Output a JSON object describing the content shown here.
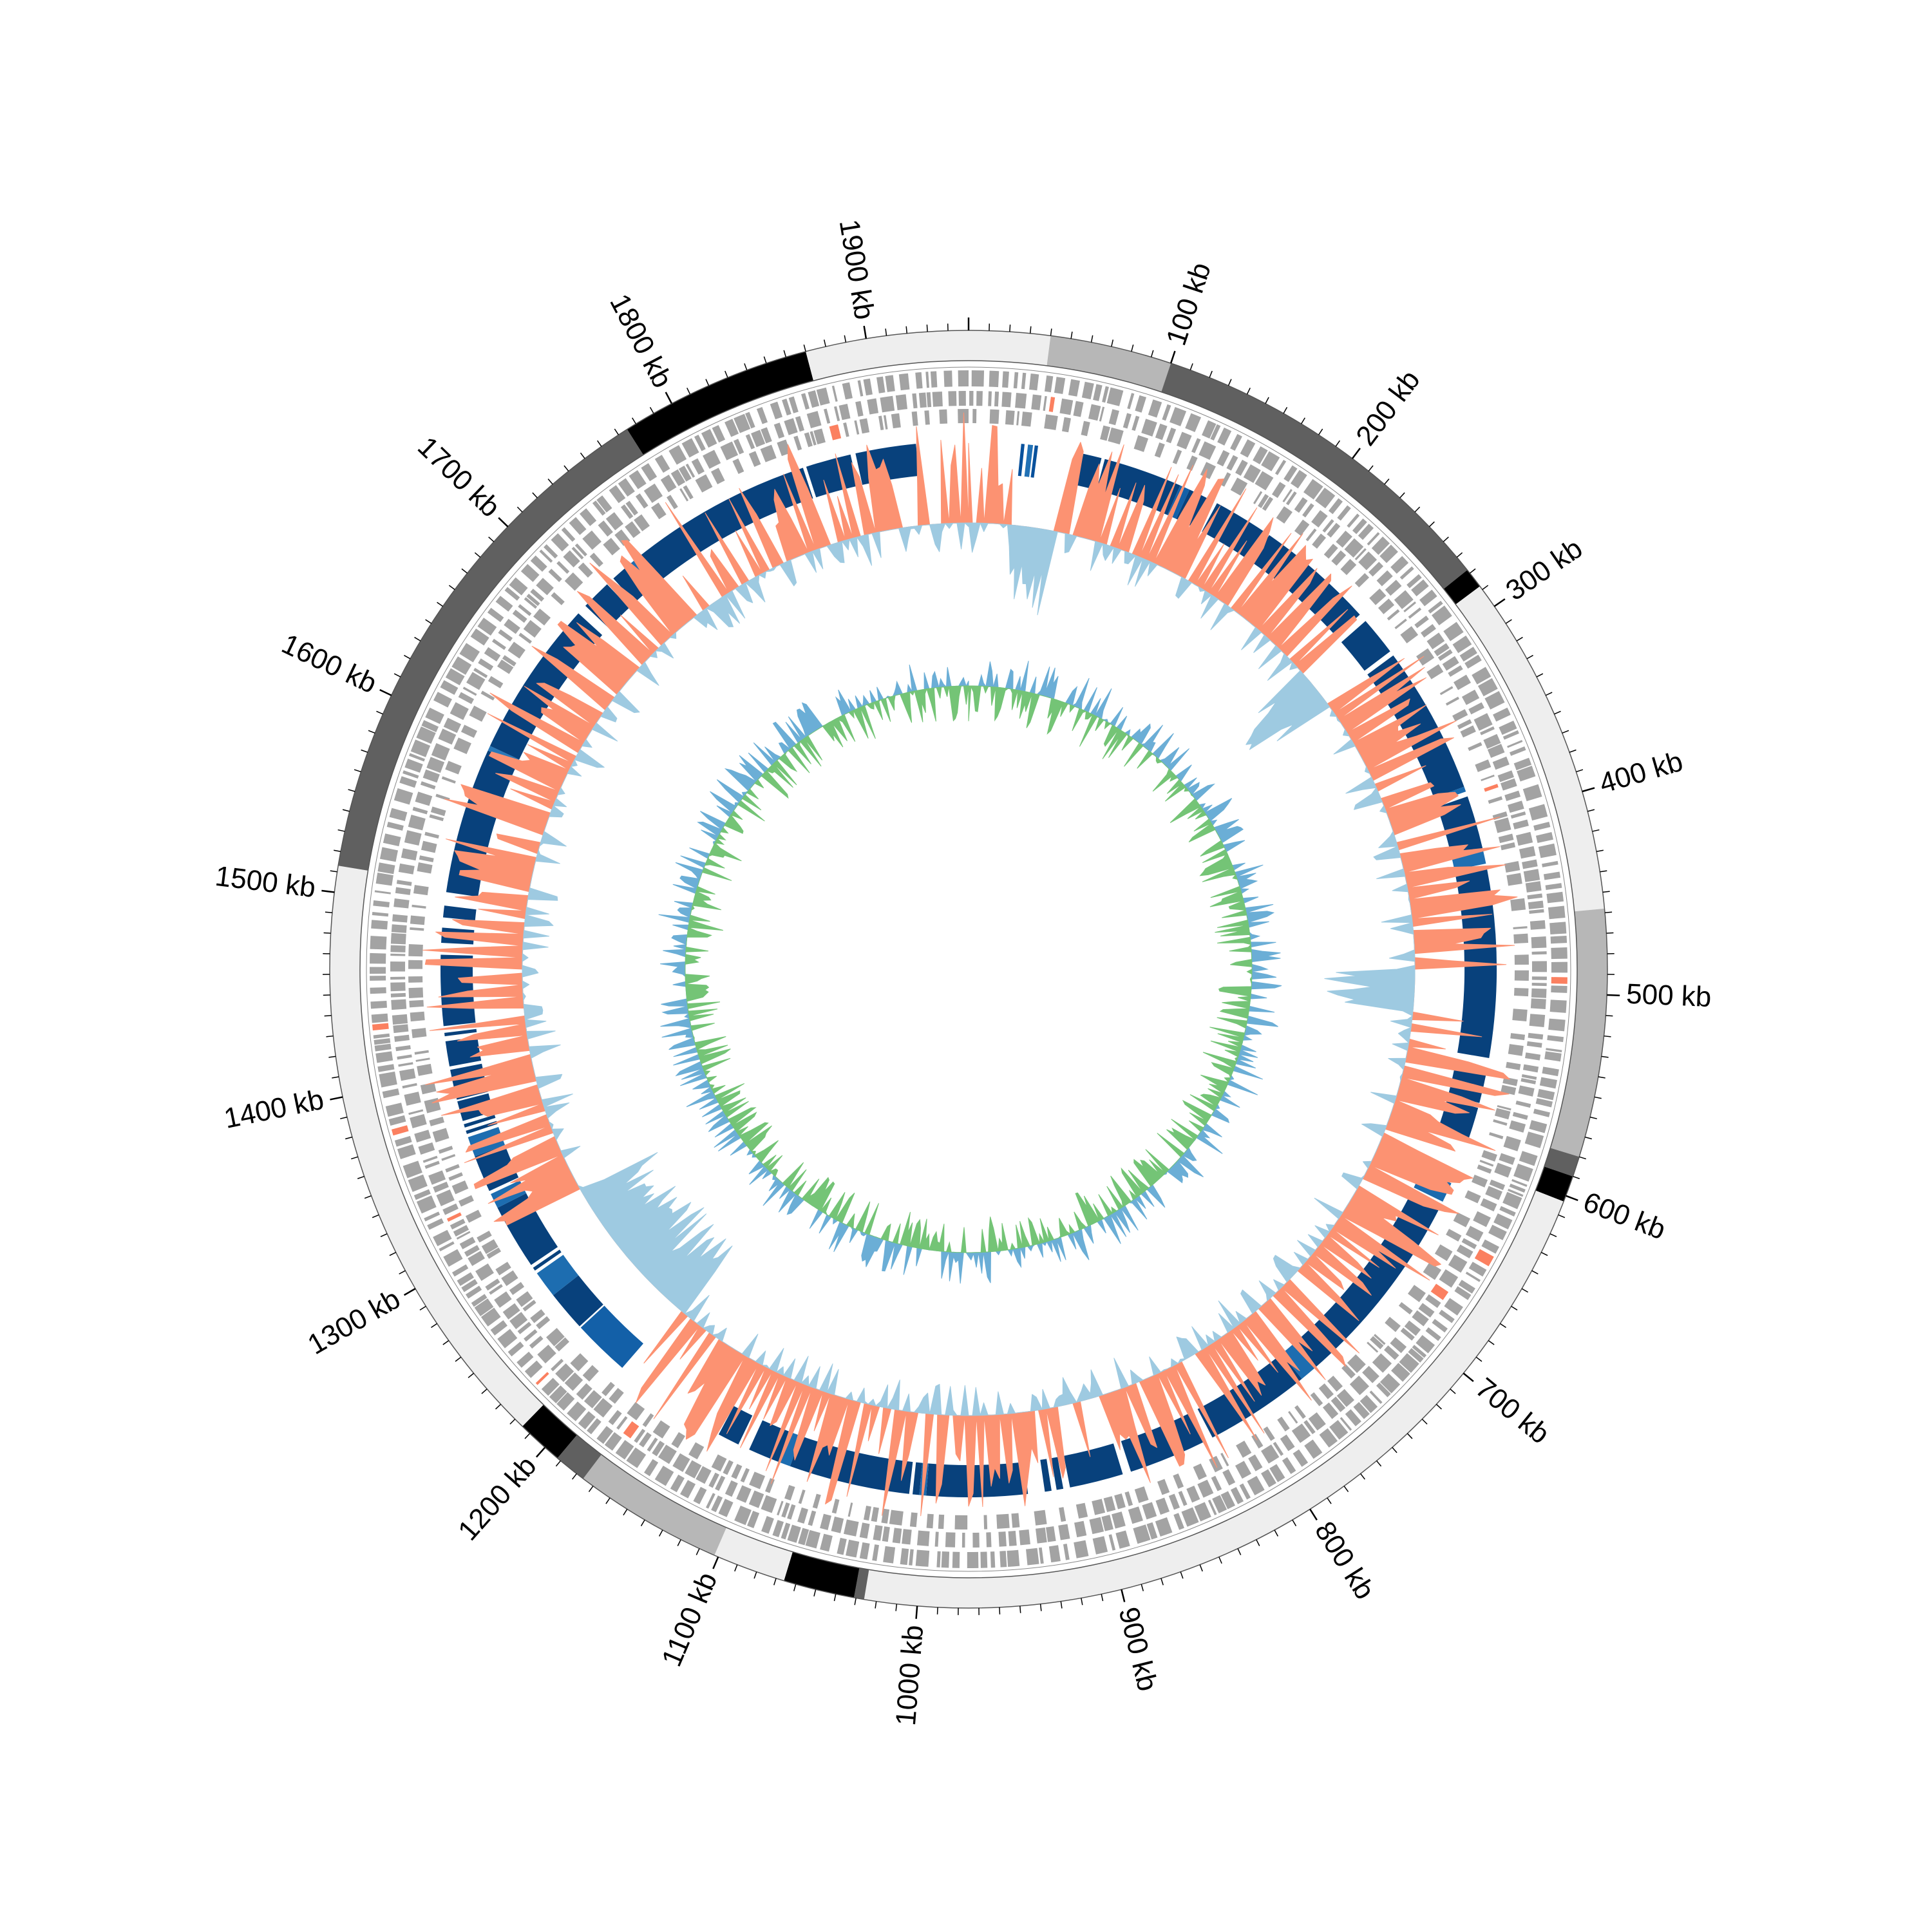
{
  "chart_data": {
    "type": "circular-genome",
    "genome_length_kb": 1950,
    "axis_unit": "kb",
    "ticks": [
      {
        "kb": 100,
        "label": "100 kb"
      },
      {
        "kb": 200,
        "label": "200 kb"
      },
      {
        "kb": 300,
        "label": "300 kb"
      },
      {
        "kb": 400,
        "label": "400 kb"
      },
      {
        "kb": 500,
        "label": "500 kb"
      },
      {
        "kb": 600,
        "label": "600 kb"
      },
      {
        "kb": 700,
        "label": "700 kb"
      },
      {
        "kb": 800,
        "label": "800 kb"
      },
      {
        "kb": 900,
        "label": "900 kb"
      },
      {
        "kb": 1000,
        "label": "1000 kb"
      },
      {
        "kb": 1100,
        "label": "1100 kb"
      },
      {
        "kb": 1200,
        "label": "1200 kb"
      },
      {
        "kb": 1300,
        "label": "1300 kb"
      },
      {
        "kb": 1400,
        "label": "1400 kb"
      },
      {
        "kb": 1500,
        "label": "1500 kb"
      },
      {
        "kb": 1600,
        "label": "1600 kb"
      },
      {
        "kb": 1700,
        "label": "1700 kb"
      },
      {
        "kb": 1800,
        "label": "1800 kb"
      },
      {
        "kb": 1900,
        "label": "1900 kb"
      }
    ],
    "minor_tick_kb": 10,
    "outer_band_segments": [
      {
        "start": 0,
        "end": 40,
        "color": "#eeeeee"
      },
      {
        "start": 40,
        "end": 100,
        "color": "#b7b7b7"
      },
      {
        "start": 100,
        "end": 278,
        "color": "#606060"
      },
      {
        "start": 278,
        "end": 288,
        "color": "#000000"
      },
      {
        "start": 288,
        "end": 458,
        "color": "#eeeeee"
      },
      {
        "start": 458,
        "end": 580,
        "color": "#b7b7b7"
      },
      {
        "start": 580,
        "end": 590,
        "color": "#606060"
      },
      {
        "start": 590,
        "end": 603,
        "color": "#000000"
      },
      {
        "start": 603,
        "end": 1026,
        "color": "#eeeeee"
      },
      {
        "start": 1026,
        "end": 1031,
        "color": "#606060"
      },
      {
        "start": 1031,
        "end": 1066,
        "color": "#000000"
      },
      {
        "start": 1066,
        "end": 1102,
        "color": "#eeeeee"
      },
      {
        "start": 1102,
        "end": 1176,
        "color": "#b7b7b7"
      },
      {
        "start": 1176,
        "end": 1192,
        "color": "#606060"
      },
      {
        "start": 1192,
        "end": 1215,
        "color": "#000000"
      },
      {
        "start": 1215,
        "end": 1513,
        "color": "#eeeeee"
      },
      {
        "start": 1513,
        "end": 1775,
        "color": "#606060"
      },
      {
        "start": 1775,
        "end": 1870,
        "color": "#000000"
      },
      {
        "start": 1870,
        "end": 1950,
        "color": "#eeeeee"
      }
    ],
    "homology_blocks": [
      {
        "start": 31,
        "end": 33,
        "color": "#08519c"
      },
      {
        "start": 35,
        "end": 38,
        "color": "#2171b5"
      },
      {
        "start": 39,
        "end": 41,
        "color": "#08519c"
      },
      {
        "start": 68,
        "end": 79,
        "color": "#08417c"
      },
      {
        "start": 81,
        "end": 128,
        "color": "#08417c"
      },
      {
        "start": 128,
        "end": 134,
        "color": "#1360a8"
      },
      {
        "start": 134,
        "end": 148,
        "color": "#08417c"
      },
      {
        "start": 152,
        "end": 187,
        "color": "#08417c"
      },
      {
        "start": 188,
        "end": 259,
        "color": "#08417c"
      },
      {
        "start": 264,
        "end": 287,
        "color": "#08417c"
      },
      {
        "start": 290,
        "end": 378,
        "color": "#08417c"
      },
      {
        "start": 378,
        "end": 381,
        "color": "#1a6aae"
      },
      {
        "start": 384,
        "end": 417,
        "color": "#08417c"
      },
      {
        "start": 417,
        "end": 425,
        "color": "#1f6fb2"
      },
      {
        "start": 428,
        "end": 540,
        "color": "#08417c"
      },
      {
        "start": 548,
        "end": 567,
        "color": "#08417c"
      },
      {
        "start": 570,
        "end": 590,
        "color": "#08417c"
      },
      {
        "start": 617,
        "end": 629,
        "color": "#1a6aae"
      },
      {
        "start": 634,
        "end": 753,
        "color": "#08417c"
      },
      {
        "start": 753,
        "end": 763,
        "color": "#1d6db0"
      },
      {
        "start": 763,
        "end": 826,
        "color": "#08417c"
      },
      {
        "start": 831,
        "end": 878,
        "color": "#08417c"
      },
      {
        "start": 883,
        "end": 915,
        "color": "#08417c"
      },
      {
        "start": 919,
        "end": 923,
        "color": "#08417c"
      },
      {
        "start": 926,
        "end": 930,
        "color": "#08417c"
      },
      {
        "start": 940,
        "end": 1000,
        "color": "#08417c"
      },
      {
        "start": 1000,
        "end": 1004,
        "color": "#1a6aae"
      },
      {
        "start": 1004,
        "end": 1008,
        "color": "#08417c"
      },
      {
        "start": 1010,
        "end": 1082,
        "color": "#08417c"
      },
      {
        "start": 1082,
        "end": 1088,
        "color": "#1d6db0"
      },
      {
        "start": 1088,
        "end": 1108,
        "color": "#08417c"
      },
      {
        "start": 1115,
        "end": 1128,
        "color": "#08417c"
      },
      {
        "start": 1197,
        "end": 1231,
        "color": "#1360a8"
      },
      {
        "start": 1232,
        "end": 1256,
        "color": "#08417c"
      },
      {
        "start": 1256,
        "end": 1272,
        "color": "#1d6db0"
      },
      {
        "start": 1274,
        "end": 1276,
        "color": "#08417c"
      },
      {
        "start": 1278,
        "end": 1317,
        "color": "#08417c"
      },
      {
        "start": 1317,
        "end": 1326,
        "color": "#1d6db0"
      },
      {
        "start": 1328,
        "end": 1335,
        "color": "#08417c"
      },
      {
        "start": 1336,
        "end": 1350,
        "color": "#08417c"
      },
      {
        "start": 1350,
        "end": 1362,
        "color": "#1d6db0"
      },
      {
        "start": 1364,
        "end": 1366,
        "color": "#08417c"
      },
      {
        "start": 1368,
        "end": 1370,
        "color": "#08417c"
      },
      {
        "start": 1372,
        "end": 1384,
        "color": "#08417c"
      },
      {
        "start": 1385,
        "end": 1387,
        "color": "#08417c"
      },
      {
        "start": 1389,
        "end": 1403,
        "color": "#08417c"
      },
      {
        "start": 1405,
        "end": 1420,
        "color": "#08417c"
      },
      {
        "start": 1423,
        "end": 1425,
        "color": "#08417c"
      },
      {
        "start": 1429,
        "end": 1471,
        "color": "#08417c"
      },
      {
        "start": 1478,
        "end": 1487,
        "color": "#08417c"
      },
      {
        "start": 1493,
        "end": 1500,
        "color": "#08417c"
      },
      {
        "start": 1508,
        "end": 1595,
        "color": "#08417c"
      },
      {
        "start": 1595,
        "end": 1598,
        "color": "#2a78b8"
      },
      {
        "start": 1598,
        "end": 1692,
        "color": "#08417c"
      },
      {
        "start": 1698,
        "end": 1716,
        "color": "#08417c"
      },
      {
        "start": 1721,
        "end": 1733,
        "color": "#08417c"
      },
      {
        "start": 1733,
        "end": 1740,
        "color": "#1d6db0"
      },
      {
        "start": 1740,
        "end": 1851,
        "color": "#08417c"
      },
      {
        "start": 1853,
        "end": 1880,
        "color": "#08417c"
      },
      {
        "start": 1883,
        "end": 1919,
        "color": "#08417c"
      }
    ],
    "colors": {
      "gene_track": "#a3a3a3",
      "gene_highlight": "#fb8060",
      "gc_content_positive": "#fc9272",
      "gc_content_negative": "#9ecae1",
      "gc_skew_positive": "#74c476",
      "gc_skew_negative": "#6baed6",
      "outline": "#222222"
    }
  }
}
